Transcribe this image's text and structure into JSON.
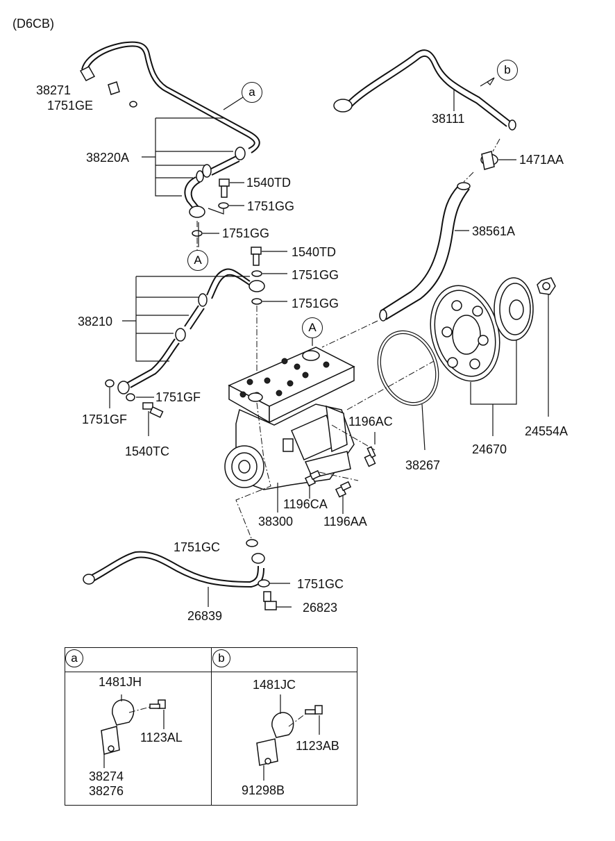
{
  "model_code": "(D6CB)",
  "callouts": {
    "a": "a",
    "b": "b",
    "A_top": "A",
    "A_mid": "A"
  },
  "part_labels": {
    "p38271": "38271",
    "p1751GE": "1751GE",
    "p38220A": "38220A",
    "p1540TD_1": "1540TD",
    "p1751GG_1": "1751GG",
    "p1751GG_2": "1751GG",
    "p1540TD_2": "1540TD",
    "p1751GG_3": "1751GG",
    "p1751GG_4": "1751GG",
    "p38210": "38210",
    "p1751GF_1": "1751GF",
    "p1751GF_2": "1751GF",
    "p1540TC": "1540TC",
    "p38111": "38111",
    "p1471AA": "1471AA",
    "p38561A": "38561A",
    "p1196AC": "1196AC",
    "p38267": "38267",
    "p24670": "24670",
    "p24554A": "24554A",
    "p1196CA": "1196CA",
    "p38300": "38300",
    "p1196AA": "1196AA",
    "p1751GC_1": "1751GC",
    "p1751GC_2": "1751GC",
    "p26823": "26823",
    "p26839": "26839"
  },
  "detail_table": {
    "col_a": {
      "tag": "a",
      "clamp": "1481JH",
      "bolt": "1123AL",
      "bracket_1": "38274",
      "bracket_2": "38276"
    },
    "col_b": {
      "tag": "b",
      "clamp": "1481JC",
      "bolt": "1123AB",
      "bracket": "91298B"
    }
  }
}
